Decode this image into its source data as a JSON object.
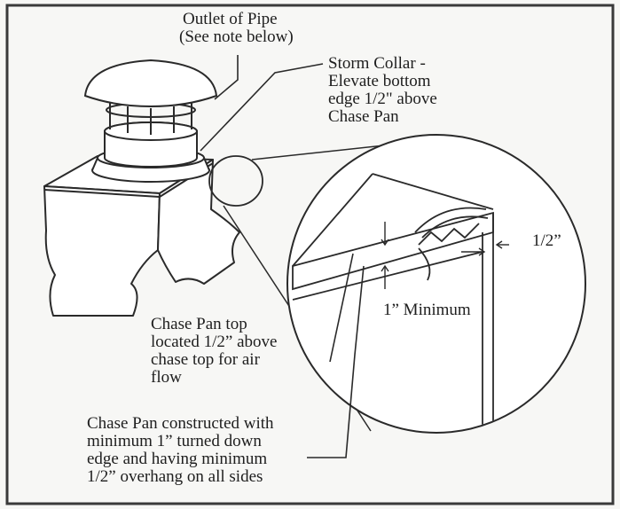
{
  "labels": {
    "outlet": [
      "Outlet of Pipe",
      "(See note below)"
    ],
    "storm_collar": [
      "Storm Collar -",
      "Elevate bottom",
      "edge 1/2\" above",
      "Chase Pan"
    ],
    "half_inch": "1/2”",
    "one_inch_min": "1” Minimum",
    "chase_pan_top": [
      "Chase Pan top",
      "located 1/2” above",
      "chase top for air",
      "flow"
    ],
    "chase_pan_constructed": [
      "Chase Pan constructed with",
      "minimum 1” turned down",
      "edge and having minimum",
      "1/2” overhang on all sides"
    ]
  },
  "colors": {
    "line": "#2a2a2a",
    "background": "#f7f7f5",
    "frame": "#3a3a3a"
  }
}
